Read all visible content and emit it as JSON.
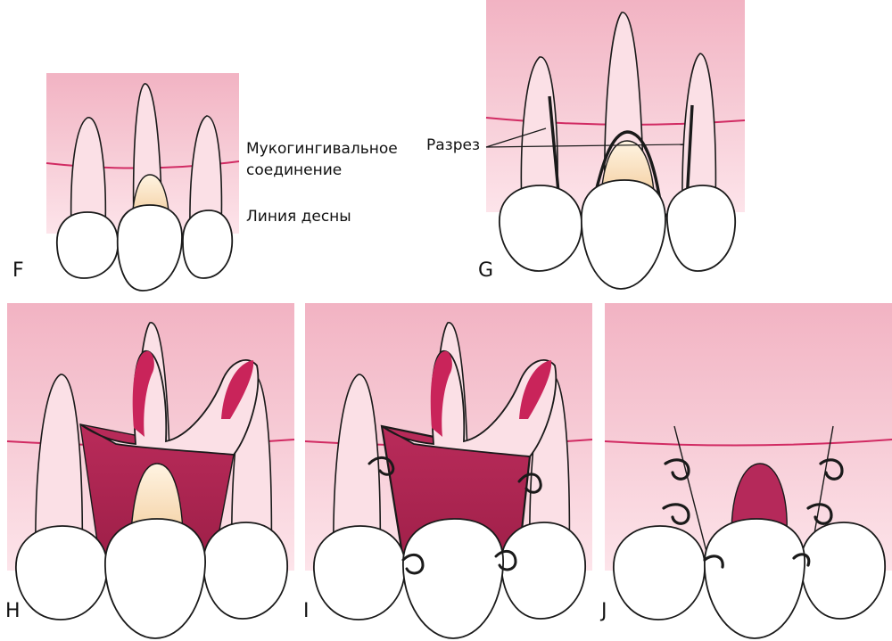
{
  "panels": {
    "f": "F",
    "g": "G",
    "h": "H",
    "i": "I",
    "j": "J"
  },
  "labels": {
    "mucogingival_line1": "Мукогингивальное",
    "mucogingival_line2": "соединение",
    "gum_line": "Линия десны",
    "incision": "Разрез"
  },
  "colors": {
    "mucosa": "#f2b8c6",
    "gingiva": "#fbe0e6",
    "junction_line": "#d12b63",
    "flap_inner": "#a8224e",
    "root_exposure": "#f3d2a4",
    "tooth": "#ffffff",
    "outline": "#1a1a1a"
  }
}
